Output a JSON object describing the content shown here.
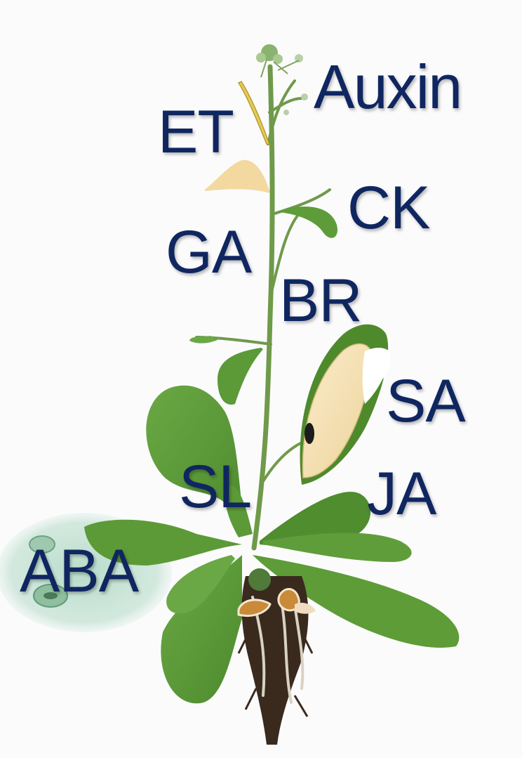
{
  "labels": {
    "auxin": "Auxin",
    "et": "ET",
    "ck": "CK",
    "ga": "GA",
    "br": "BR",
    "sa": "SA",
    "sl": "SL",
    "ja": "JA",
    "aba": "ABA"
  },
  "colors": {
    "label_text": "#0f2660",
    "leaf": "#5e9c3a",
    "leaf_dark": "#3f7a25",
    "stem": "#6f9a4a",
    "silique_pale": "#f3dca8",
    "seed": "#c98a3a",
    "root": "#3a2a1e",
    "stomata_bg": "#a9cfbf"
  }
}
